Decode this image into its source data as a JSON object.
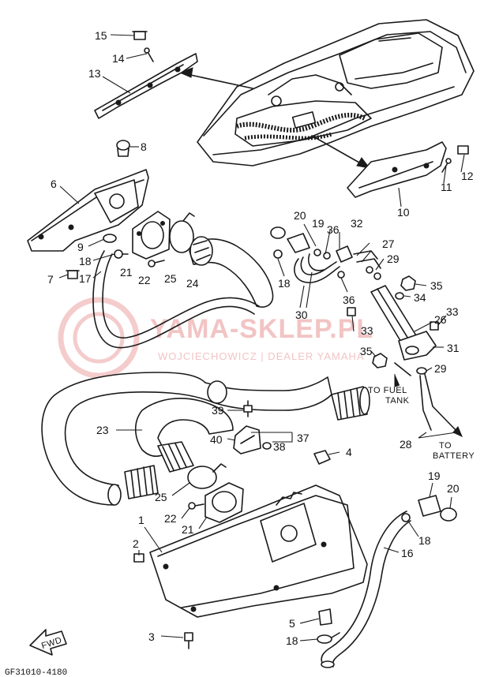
{
  "callouts": [
    {
      "id": "c15",
      "text": "15"
    },
    {
      "id": "c14",
      "text": "14"
    },
    {
      "id": "c13",
      "text": "13"
    },
    {
      "id": "c8",
      "text": "8"
    },
    {
      "id": "c6",
      "text": "6"
    },
    {
      "id": "c12",
      "text": "12"
    },
    {
      "id": "c11",
      "text": "11"
    },
    {
      "id": "c10",
      "text": "10"
    },
    {
      "id": "c20a",
      "text": "20"
    },
    {
      "id": "c19a",
      "text": "19"
    },
    {
      "id": "c36a",
      "text": "36"
    },
    {
      "id": "c32",
      "text": "32"
    },
    {
      "id": "c27",
      "text": "27"
    },
    {
      "id": "c29a",
      "text": "29"
    },
    {
      "id": "c9",
      "text": "9"
    },
    {
      "id": "c18a",
      "text": "18"
    },
    {
      "id": "c21a",
      "text": "21"
    },
    {
      "id": "c22a",
      "text": "22"
    },
    {
      "id": "c25a",
      "text": "25"
    },
    {
      "id": "c24",
      "text": "24"
    },
    {
      "id": "c7",
      "text": "7"
    },
    {
      "id": "c17",
      "text": "17"
    },
    {
      "id": "c18b",
      "text": "18"
    },
    {
      "id": "c30",
      "text": "30"
    },
    {
      "id": "c36b",
      "text": "36"
    },
    {
      "id": "c35a",
      "text": "35"
    },
    {
      "id": "c34",
      "text": "34"
    },
    {
      "id": "c33a",
      "text": "33"
    },
    {
      "id": "c33b",
      "text": "33"
    },
    {
      "id": "c26",
      "text": "26"
    },
    {
      "id": "c31",
      "text": "31"
    },
    {
      "id": "c35b",
      "text": "35"
    },
    {
      "id": "c29b",
      "text": "29"
    },
    {
      "id": "c23",
      "text": "23"
    },
    {
      "id": "c39",
      "text": "39"
    },
    {
      "id": "c37",
      "text": "37"
    },
    {
      "id": "c40",
      "text": "40"
    },
    {
      "id": "c38",
      "text": "38"
    },
    {
      "id": "c28",
      "text": "28"
    },
    {
      "id": "c4",
      "text": "4"
    },
    {
      "id": "c25b",
      "text": "25"
    },
    {
      "id": "c22b",
      "text": "22"
    },
    {
      "id": "c21b",
      "text": "21"
    },
    {
      "id": "c1",
      "text": "1"
    },
    {
      "id": "c2",
      "text": "2"
    },
    {
      "id": "c19b",
      "text": "19"
    },
    {
      "id": "c20b",
      "text": "20"
    },
    {
      "id": "c18c",
      "text": "18"
    },
    {
      "id": "c16",
      "text": "16"
    },
    {
      "id": "c5",
      "text": "5"
    },
    {
      "id": "c3",
      "text": "3"
    },
    {
      "id": "c18d",
      "text": "18"
    }
  ],
  "notes": {
    "fuel_1": "TO FUEL",
    "fuel_2": "TANK",
    "battery_1": "TO",
    "battery_2": "BATTERY",
    "fwd": "FWD"
  },
  "watermark": {
    "line1": "YAMA-SKLEP.PL",
    "line2": "WOJCIECHOWICZ | DEALER YAMAHA"
  },
  "diagram_code": "GF31010-4180",
  "colors": {
    "ink": "#1a1a1a",
    "watermark": "#f2c4c4",
    "background": "#ffffff"
  }
}
